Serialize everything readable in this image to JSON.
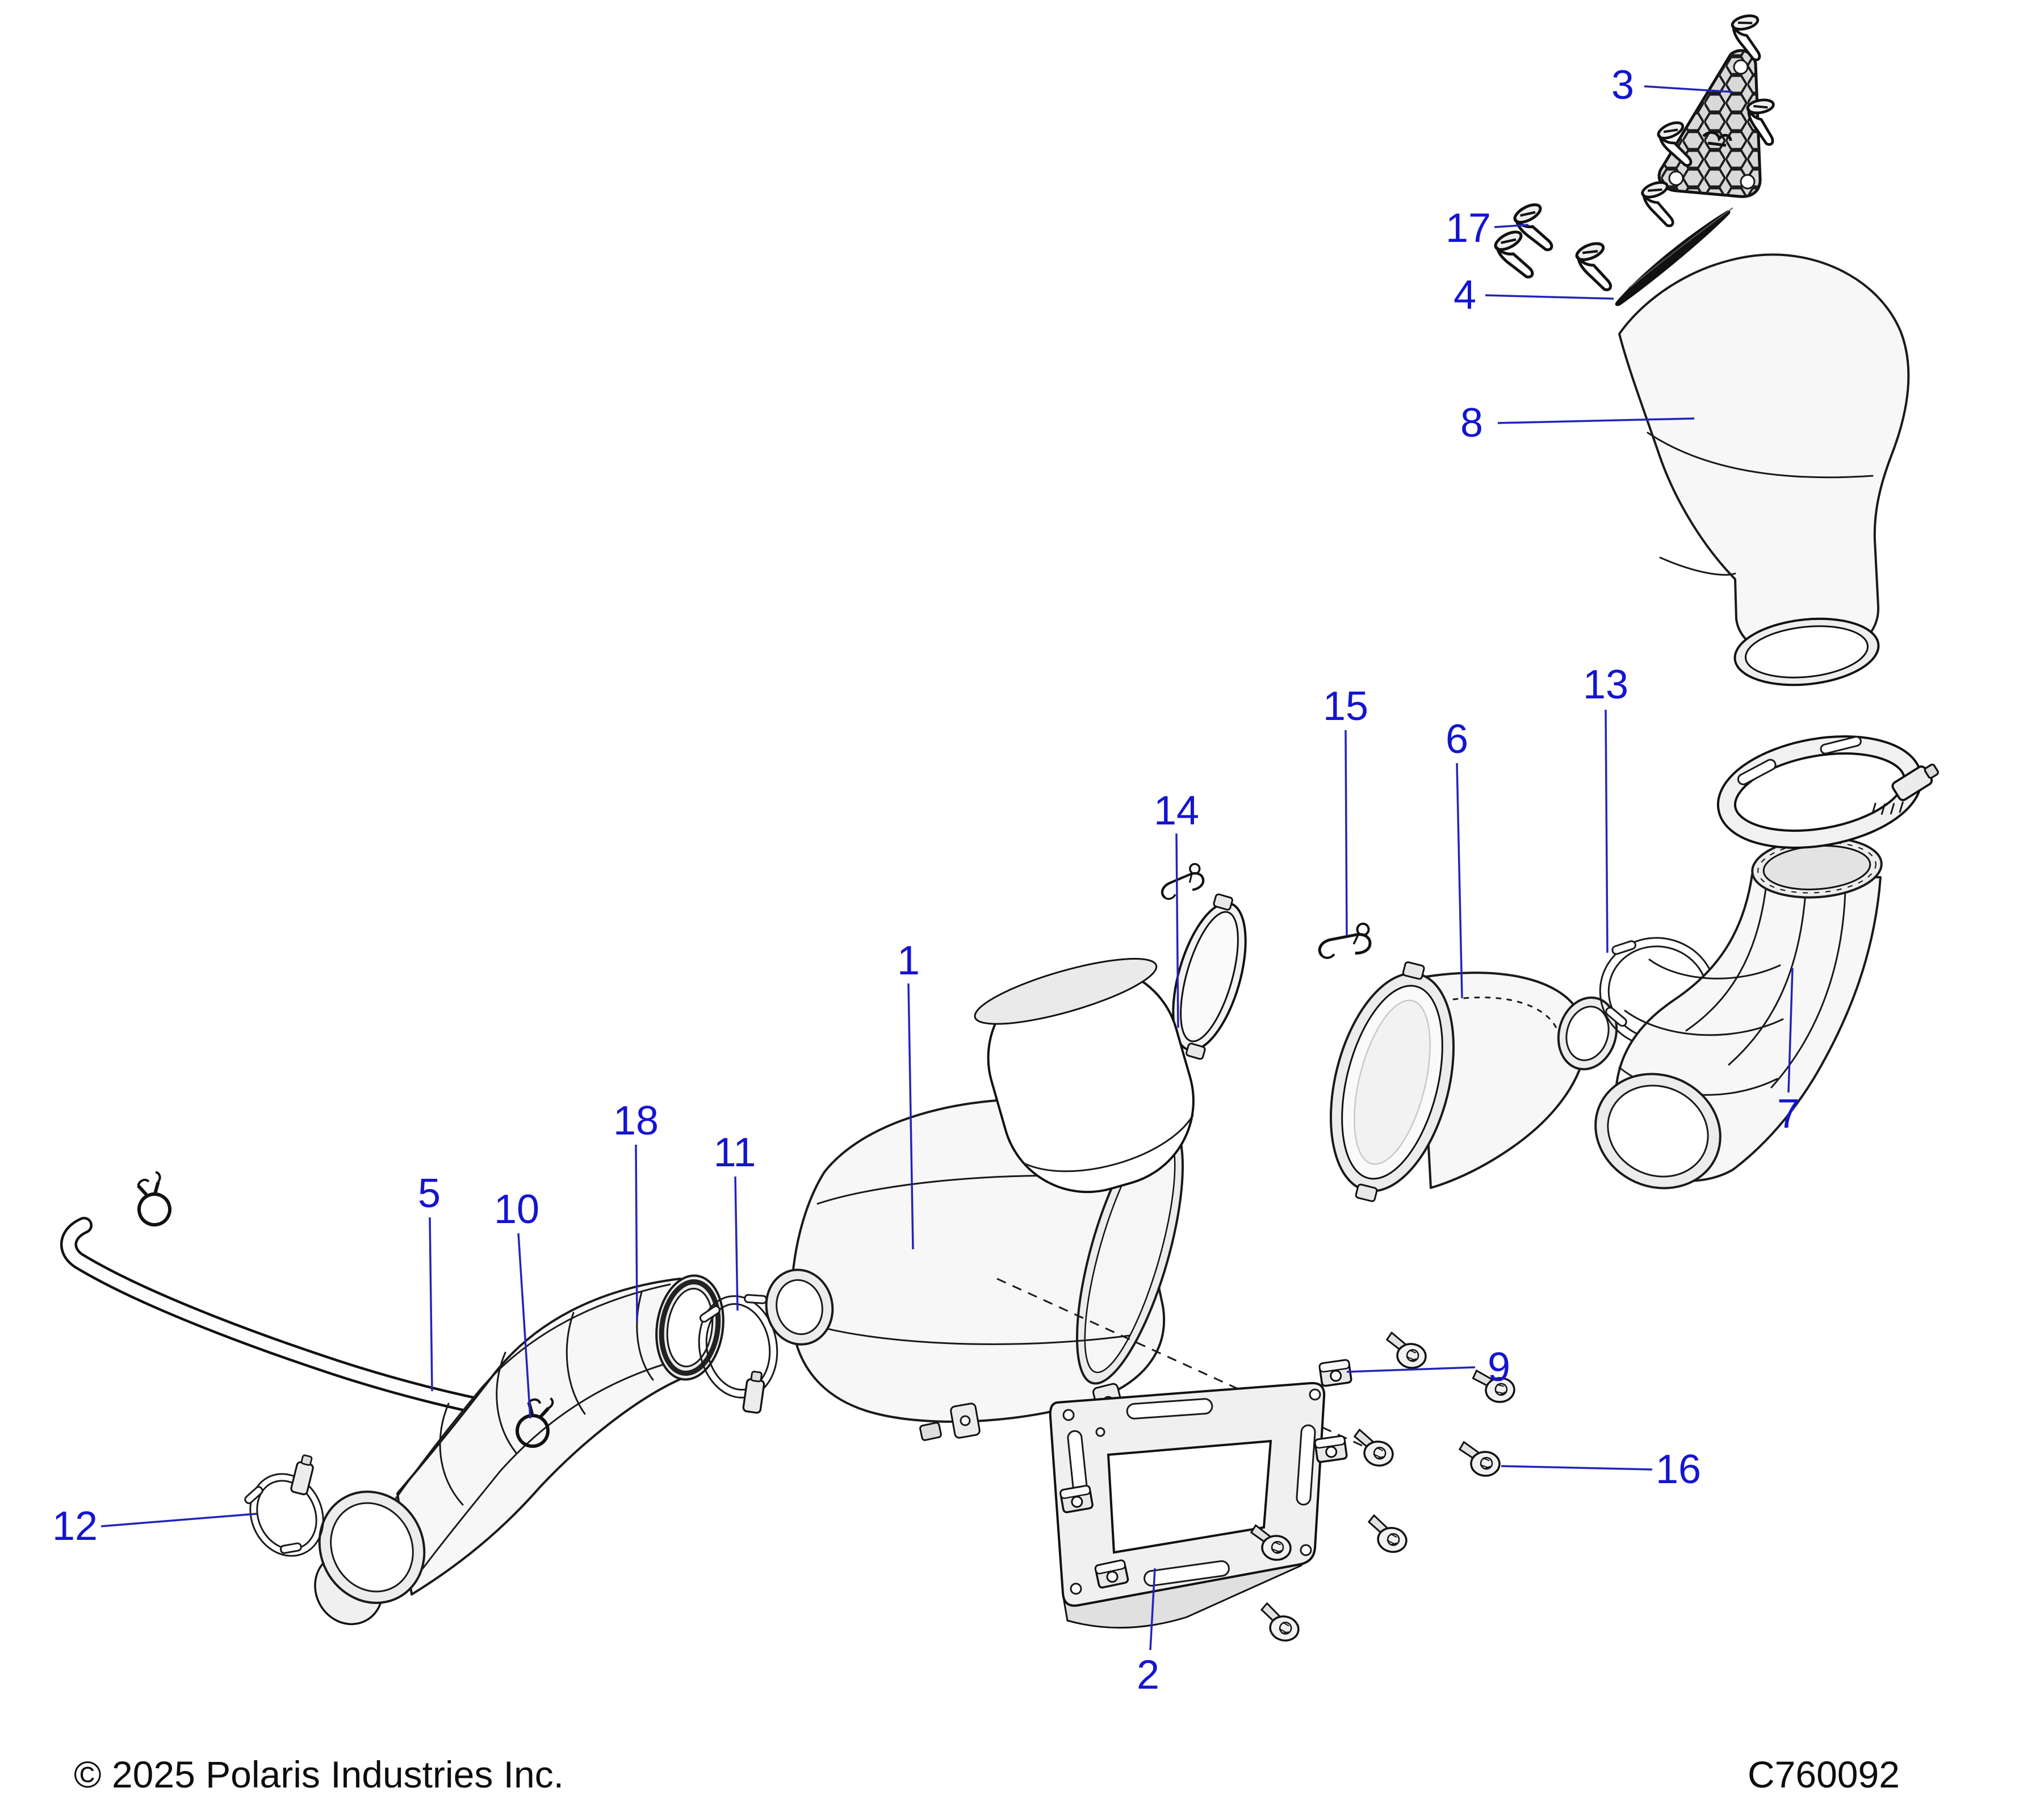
{
  "figure": {
    "type": "exploded-parts-diagram",
    "subject": "air-intake-system",
    "callout_color": "#1414d0",
    "leader_color": "#2424bb",
    "line_color": "#1a1a1a",
    "background": "#ffffff"
  },
  "callouts": [
    {
      "label": "1"
    },
    {
      "label": "2"
    },
    {
      "label": "3"
    },
    {
      "label": "4"
    },
    {
      "label": "5"
    },
    {
      "label": "6"
    },
    {
      "label": "7"
    },
    {
      "label": "8"
    },
    {
      "label": "9"
    },
    {
      "label": "10"
    },
    {
      "label": "11"
    },
    {
      "label": "12"
    },
    {
      "label": "13"
    },
    {
      "label": "14"
    },
    {
      "label": "15"
    },
    {
      "label": "16"
    },
    {
      "label": "17"
    },
    {
      "label": "18"
    }
  ],
  "footer": {
    "copyright": "© 2025 Polaris Industries Inc.",
    "figure_code": "C760092"
  }
}
